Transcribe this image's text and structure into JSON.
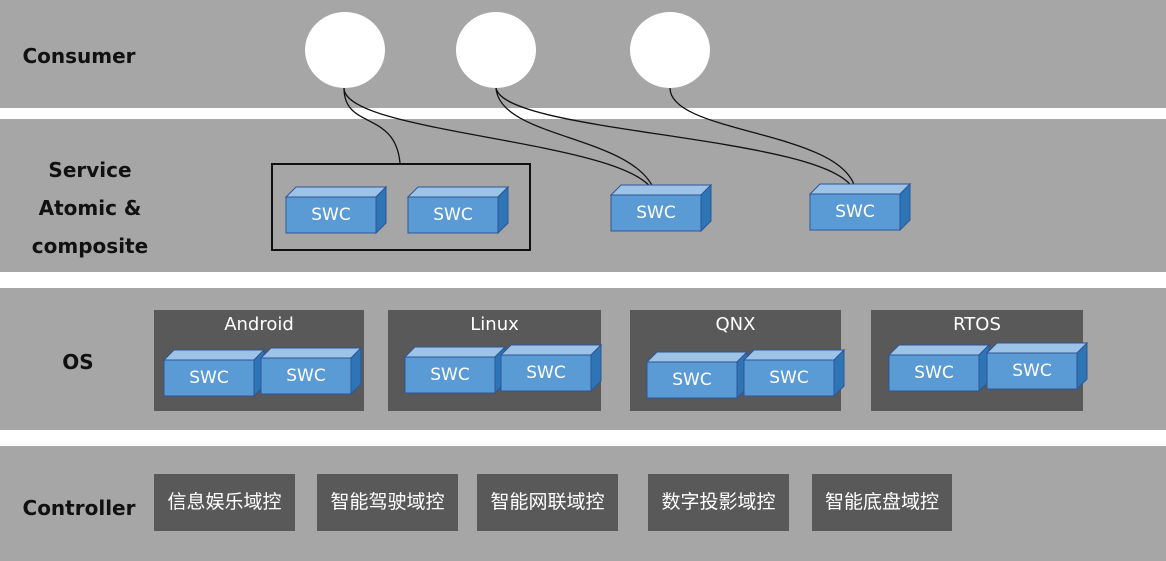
{
  "layers": {
    "consumer": {
      "label": "Consumer"
    },
    "service": {
      "label_lines": [
        "Service",
        "Atomic &",
        "composite"
      ]
    },
    "os": {
      "label": "OS"
    },
    "controller": {
      "label": "Controller"
    }
  },
  "swc_label": "SWC",
  "os_platforms": [
    {
      "name": "Android"
    },
    {
      "name": "Linux"
    },
    {
      "name": "QNX"
    },
    {
      "name": "RTOS"
    }
  ],
  "controllers": [
    "信息娱乐域控",
    "智能驾驶域控",
    "智能网联域控",
    "数字投影域控",
    "智能底盘域控"
  ],
  "colors": {
    "band": "#a6a6a6",
    "panel": "#595959",
    "swc_front": "#5b9bd5",
    "swc_top": "#9dc3e6",
    "swc_side": "#2e75b6",
    "swc_edge": "#2f5597"
  }
}
